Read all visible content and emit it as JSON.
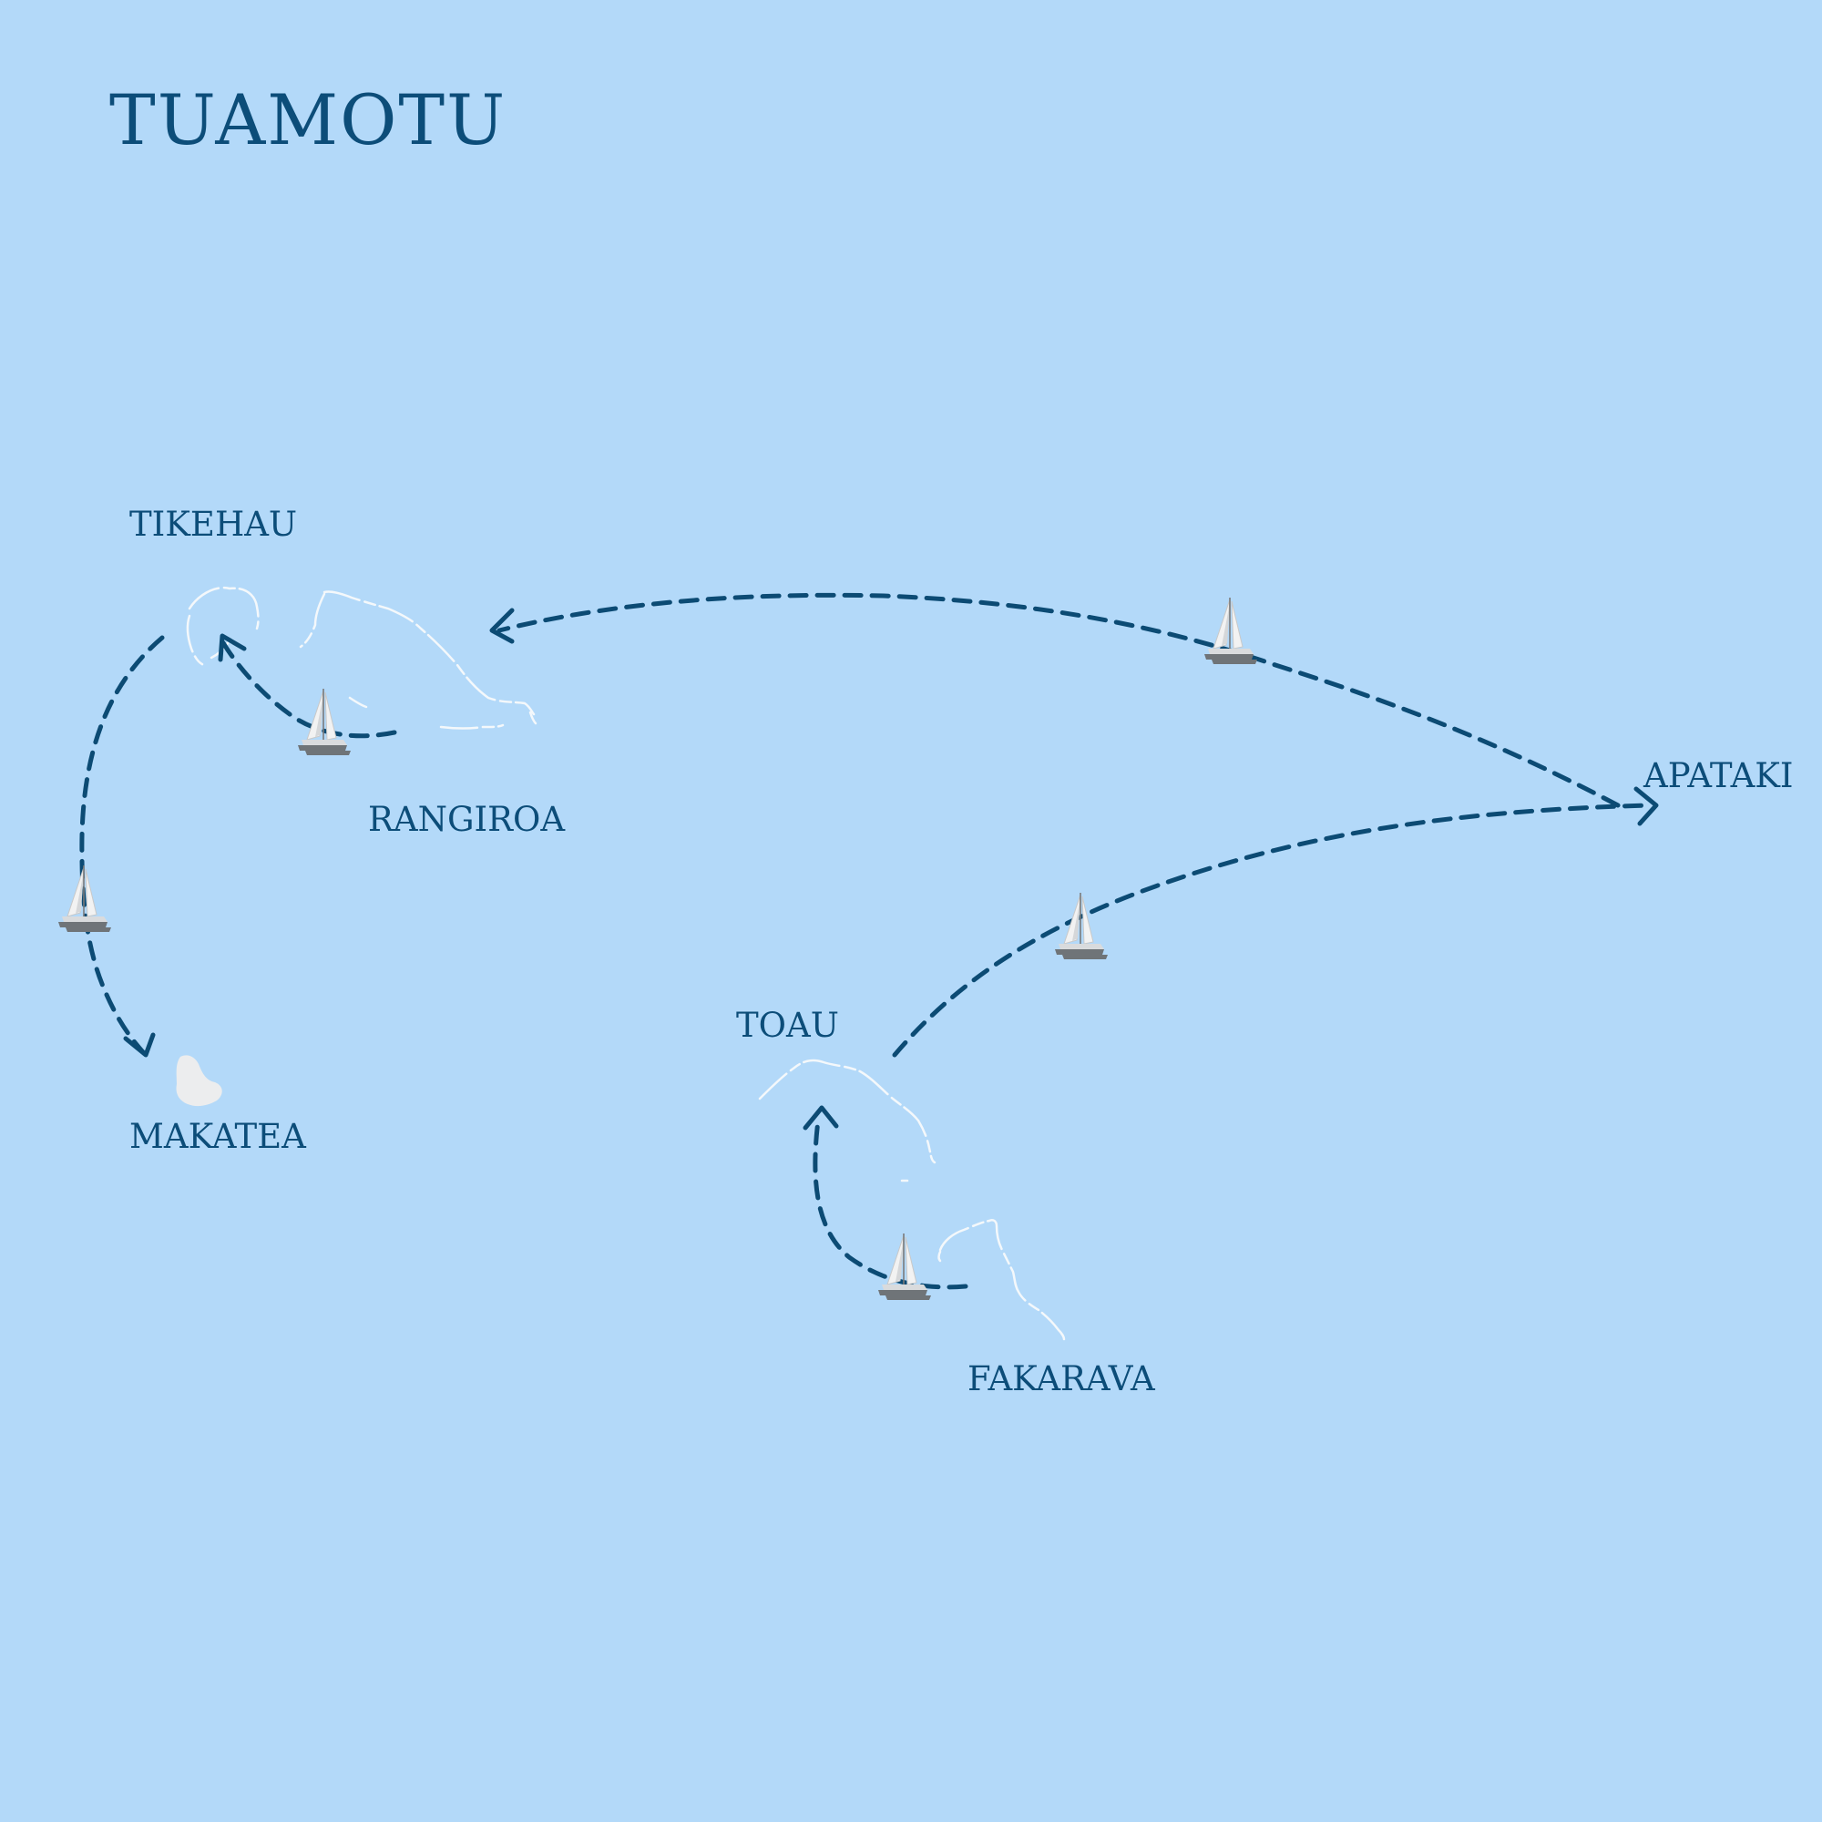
{
  "map": {
    "title": "TUAMOTU",
    "colors": {
      "sea": "#b3d9f9",
      "text": "#0c4d79",
      "route": "#0c4b74",
      "land": "#ecedee"
    },
    "places": [
      {
        "id": "tikehau",
        "name": "TIKEHAU"
      },
      {
        "id": "rangiroa",
        "name": "RANGIROA"
      },
      {
        "id": "makatea",
        "name": "MAKATEA"
      },
      {
        "id": "toau",
        "name": "TOAU"
      },
      {
        "id": "apataki",
        "name": "APATAKI"
      },
      {
        "id": "fakarava",
        "name": "FAKARAVA"
      }
    ],
    "routes": [
      {
        "from": "rangiroa",
        "to": "tikehau",
        "style": "dashed-arrow"
      },
      {
        "from": "tikehau",
        "to": "makatea",
        "style": "dashed-arrow"
      },
      {
        "from": "apataki",
        "to": "rangiroa",
        "style": "dashed-arrow"
      },
      {
        "from": "toau",
        "to": "apataki",
        "style": "dashed-arrow"
      },
      {
        "from": "fakarava",
        "to": "toau",
        "style": "dashed-arrow"
      }
    ],
    "markers": [
      {
        "icon": "catamaran-icon",
        "leg": "rangiroa-tikehau"
      },
      {
        "icon": "catamaran-icon",
        "leg": "tikehau-makatea"
      },
      {
        "icon": "catamaran-icon",
        "leg": "apataki-rangiroa"
      },
      {
        "icon": "catamaran-icon",
        "leg": "toau-apataki"
      },
      {
        "icon": "catamaran-icon",
        "leg": "fakarava-toau"
      }
    ]
  }
}
